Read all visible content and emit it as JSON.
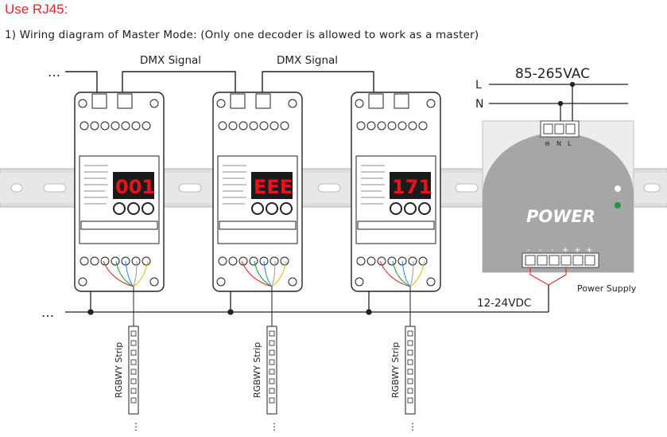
{
  "heading": "Use RJ45:",
  "subheading": "1) Wiring diagram of Master Mode: (Only one decoder is allowed to work as a master)",
  "labels": {
    "dmx_signal_1": "DMX Signal",
    "dmx_signal_2": "DMX Signal",
    "ac_voltage": "85-265VAC",
    "line_l": "L",
    "line_n": "N",
    "power_label": "POWER",
    "power_supply": "Power Supply",
    "dc_voltage": "12-24VDC",
    "strip_label": "RGBWY Strip",
    "ellipsis": "…",
    "psu_terminal_labels": [
      "⊖",
      "N",
      "L"
    ],
    "psu_out_terminal_labels": [
      "-",
      "-",
      "-",
      "+",
      "+",
      "+"
    ]
  },
  "decoders": [
    {
      "display": "001"
    },
    {
      "display": "EEE"
    },
    {
      "display": "171"
    }
  ],
  "colors": {
    "title_red": "#e0262b",
    "display_red": "#e8141c",
    "rail_gray": "#d9d9d9",
    "power_gray": "#9a9a9a",
    "led_green": "#1f9a3a"
  }
}
